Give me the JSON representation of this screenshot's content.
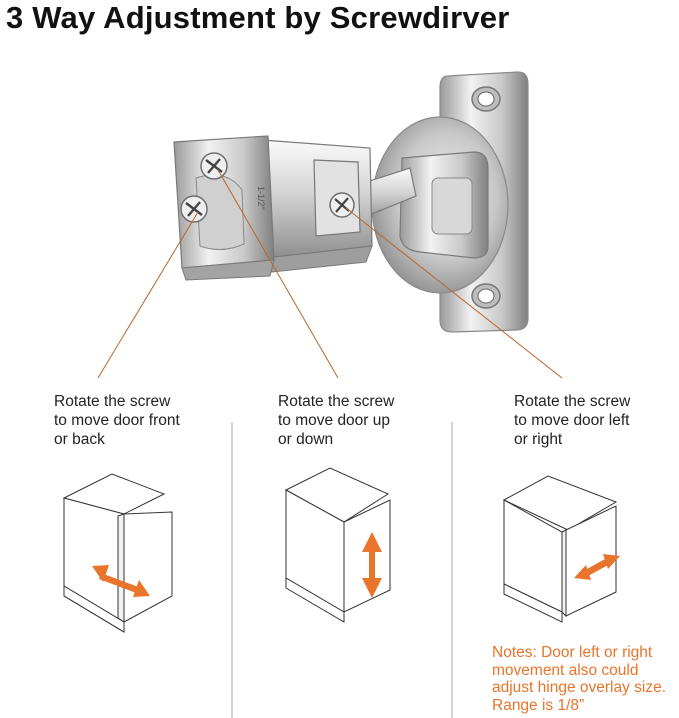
{
  "title": "3 Way Adjustment by Screwdirver",
  "hinge": {
    "bracket_marking": "1-1/2\""
  },
  "panels": [
    {
      "caption_lines": [
        "Rotate the screw",
        "to move door front",
        "or back"
      ],
      "arrow_direction": "front-back"
    },
    {
      "caption_lines": [
        "Rotate the screw",
        "to move door  up",
        "or down"
      ],
      "arrow_direction": "up-down"
    },
    {
      "caption_lines": [
        "Rotate the screw",
        "to move door left",
        "or right"
      ],
      "arrow_direction": "left-right"
    }
  ],
  "notes_lines": [
    "Notes: Door left or right",
    "movement also could",
    "adjust hinge overlay size.",
    "Range is 1/8”"
  ],
  "colors": {
    "accent": "#e9742b",
    "leader_line": "#b8652c",
    "divider": "#999999",
    "metal_light": "#eeeeee",
    "metal_dark": "#8a8a8a"
  }
}
